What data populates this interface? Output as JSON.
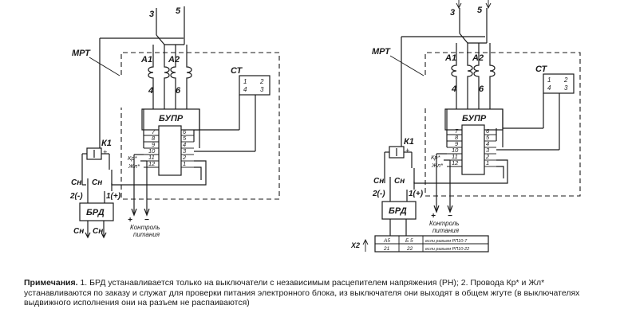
{
  "left": {
    "terminals": {
      "t3": "3",
      "t5": "5"
    },
    "mrt": "МРТ",
    "a1": "А1",
    "a2": "А2",
    "n4": "4",
    "n6": "6",
    "ct": "СТ",
    "ct_pins": {
      "p1": "1",
      "p2": "2",
      "p4": "4",
      "p3": "3"
    },
    "bupr": "БУПР",
    "bupr_left": [
      "7",
      "8",
      "9",
      "10",
      "11",
      "12"
    ],
    "bupr_right": [
      "6",
      "5",
      "4",
      "3",
      "2",
      "1"
    ],
    "kr": "Кр*",
    "zhl": "Жл*",
    "k1": "К1",
    "k1_plus": "+",
    "sn": "Сн",
    "minus2": "2(-)",
    "plus1": "1(+)",
    "brd": "БРД",
    "plus": "+",
    "minus": "−",
    "control": [
      "Контроль",
      "питания"
    ]
  },
  "right": {
    "terminals": {
      "t3": "3",
      "t5": "5"
    },
    "mrt": "МРТ",
    "a1": "А1",
    "a2": "А2",
    "n4": "4",
    "n6": "6",
    "ct": "СТ",
    "ct_pins": {
      "p1": "1",
      "p2": "2",
      "p4": "4",
      "p3": "3"
    },
    "bupr": "БУПР",
    "bupr_left": [
      "7",
      "8",
      "9",
      "10",
      "11",
      "12"
    ],
    "bupr_right": [
      "6",
      "5",
      "4",
      "3",
      "2",
      "1"
    ],
    "kr": "Кр*",
    "zhl": "Жл*",
    "k1": "К1",
    "k1_plus": "+",
    "sn": "Сн",
    "minus2": "2(-)",
    "plus1": "1(+)",
    "brd": "БРД",
    "plus": "+",
    "minus": "−",
    "control": [
      "Контроль",
      "питания"
    ],
    "x2": "Х2",
    "table": {
      "row1": [
        "А5",
        "Б 5",
        "если разъем РП10-7"
      ],
      "row2": [
        "21",
        "22",
        "если разъем РП10-22"
      ]
    }
  },
  "note": {
    "heading": "Примечания.",
    "text": " 1. БРД устанавливается только на выключатели с независимым расцепителем напряжения (РН); 2. Провода Кр* и Жл* устанавливаются по заказу и служат для проверки питания электронного блока, из выключателя они выходят в общем жгуте (в выключателях выдвижного исполнения они на разъем не распаиваются)"
  }
}
